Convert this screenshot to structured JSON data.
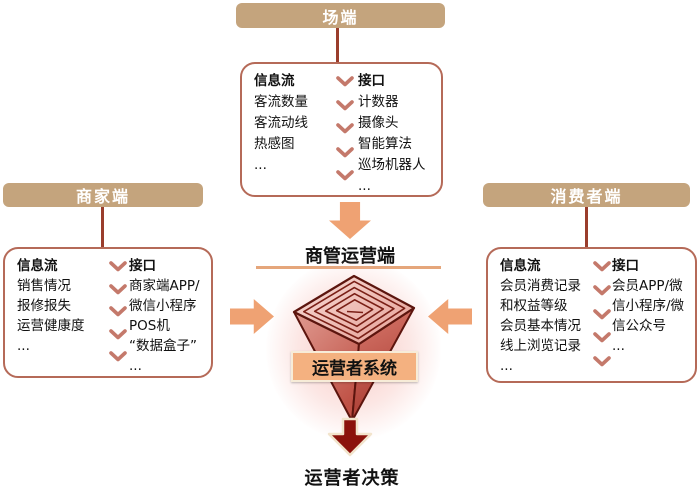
{
  "diagram": {
    "venue": {
      "title": "场端",
      "info_label": "信息流",
      "info_items": [
        "客流数量",
        "客流动线",
        "热感图",
        "..."
      ],
      "interface_label": "接口",
      "interface_items": [
        "计数器",
        "摄像头",
        "智能算法",
        "巡场机器人",
        "..."
      ]
    },
    "merchant": {
      "title": "商家端",
      "info_label": "信息流",
      "info_items": [
        "销售情况",
        "报修报失",
        "运营健康度",
        "..."
      ],
      "interface_label": "接口",
      "interface_items": [
        "商家端APP/",
        "微信小程序",
        "POS机",
        "“数据盒子”",
        "..."
      ]
    },
    "consumer": {
      "title": "消费者端",
      "info_label": "信息流",
      "info_items": [
        "会员消费记录",
        "和权益等级",
        "会员基本情况",
        "线上浏览记录",
        "..."
      ],
      "interface_label": "接口",
      "interface_items": [
        "会员APP/微",
        "信小程序/微",
        "信公众号",
        "..."
      ]
    },
    "center": {
      "title": "商管运营端",
      "system_label": "运营者系统",
      "decision_label": "运营者决策"
    },
    "colors": {
      "header_bg": "#c4a47d",
      "box_border": "#b56a58",
      "connector_line": "#9a3d2c",
      "chevron": "#c4796b",
      "block_arrow": "#efa273",
      "title_underline": "#e5a67b",
      "system_badge_bg": "#f4b180",
      "dark_arrow": "#8b120b",
      "pyramid_dark_outline": "#5c150e"
    },
    "icons": {
      "chevron_down": "v-shaped chevron",
      "block_arrow": "solid block arrow",
      "funnel": "inverted 3D pyramid with square spiral top"
    }
  }
}
